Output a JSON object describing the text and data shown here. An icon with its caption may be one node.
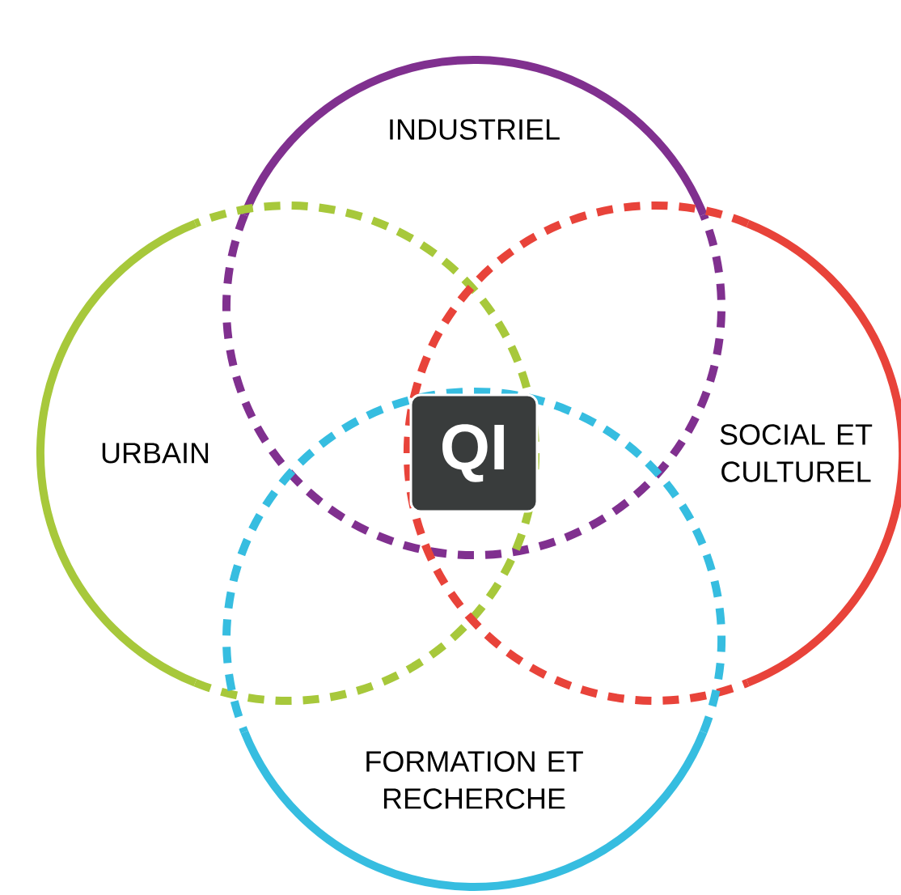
{
  "diagram": {
    "nodes": [
      {
        "text": [
          "INDUSTRIEL"
        ]
      },
      {
        "text": [
          "URBAIN"
        ]
      },
      {
        "text": [
          "SOCIAL ET CULTUREL"
        ]
      },
      {
        "text": [
          "FORMATION ET RECHERCHE"
        ]
      },
      {
        "text": [
          "QI"
        ]
      }
    ],
    "edges": []
  }
}
